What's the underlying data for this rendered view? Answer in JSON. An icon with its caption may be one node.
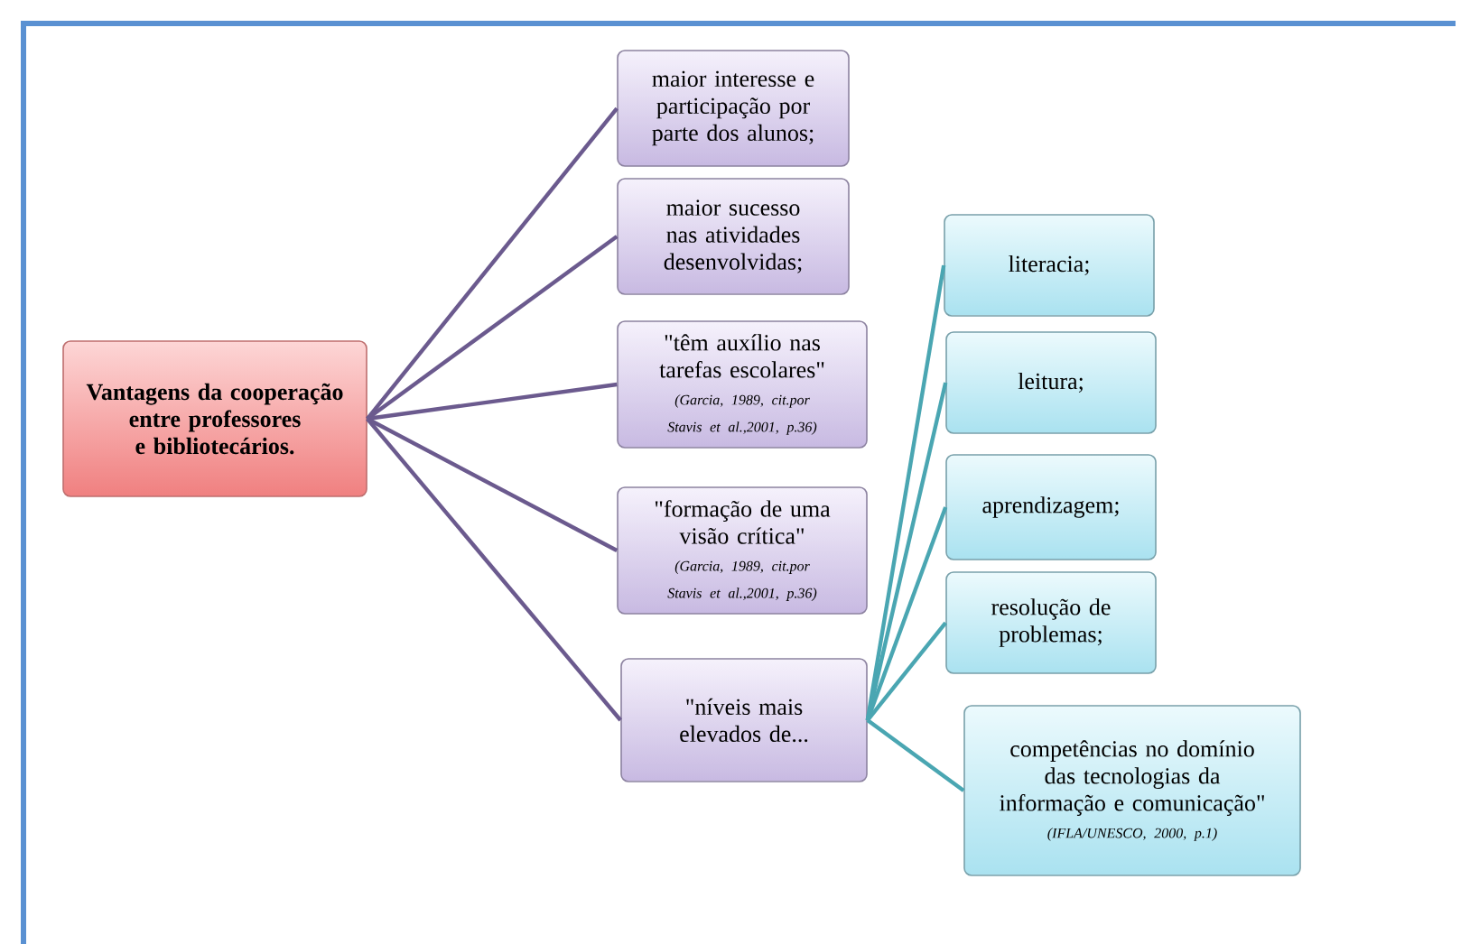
{
  "diagram": {
    "nodes": [
      {
        "text": [
          "Vantagens da cooperação entre professores e bibliotecários."
        ]
      },
      {
        "text": [
          "maior interesse e participação por parte dos alunos;"
        ]
      },
      {
        "text": [
          "maior sucesso nas atividades desenvolvidas;"
        ]
      },
      {
        "text": [
          "\"têm auxílio nas tarefas escolares\"",
          "(Garcia, 1989, cit.por Stavis et al.,2001, p.36)"
        ]
      },
      {
        "text": [
          "\"formação de uma visão crítica\"",
          "(Garcia, 1989, cit.por Stavis et al.,2001, p.36)"
        ]
      },
      {
        "text": [
          "\"níveis mais elevados de..."
        ]
      },
      {
        "text": [
          "literacia;"
        ]
      },
      {
        "text": [
          "leitura;"
        ]
      },
      {
        "text": [
          "aprendizagem;"
        ]
      },
      {
        "text": [
          "resolução de problemas;"
        ]
      },
      {
        "text": [
          "competências no domínio das tecnologias da informação e comunicação\"",
          "(IFLA/UNESCO, 2000, p.1)"
        ]
      }
    ],
    "edges": [
      {
        "from": 0,
        "to": 1,
        "arrow": "none"
      },
      {
        "from": 0,
        "to": 2,
        "arrow": "none"
      },
      {
        "from": 0,
        "to": 3,
        "arrow": "none"
      },
      {
        "from": 0,
        "to": 4,
        "arrow": "none"
      },
      {
        "from": 0,
        "to": 5,
        "arrow": "none"
      },
      {
        "from": 5,
        "to": 6,
        "arrow": "none",
        "color": "#4aa6b2"
      },
      {
        "from": 5,
        "to": 7,
        "arrow": "none",
        "color": "#4aa6b2"
      },
      {
        "from": 5,
        "to": 8,
        "arrow": "none",
        "color": "#4aa6b2"
      },
      {
        "from": 5,
        "to": 9,
        "arrow": "none",
        "color": "#4aa6b2"
      },
      {
        "from": 5,
        "to": 10,
        "arrow": "none",
        "color": "#4aa6b2"
      }
    ]
  }
}
